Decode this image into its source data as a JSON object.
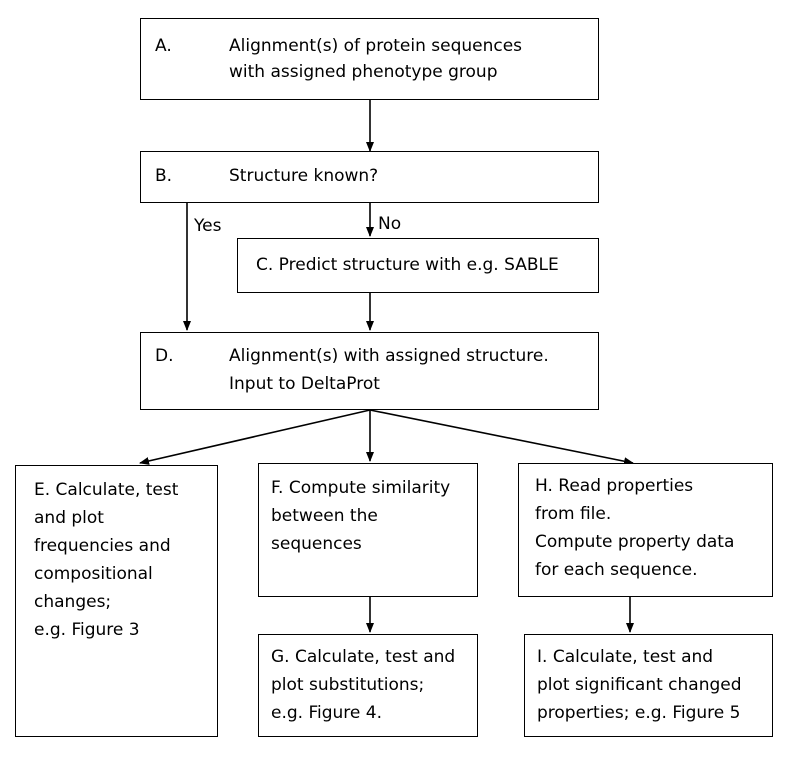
{
  "boxes": {
    "a": {
      "letter": "A.",
      "line1": "Alignment(s) of protein sequences",
      "line2": "with assigned phenotype group"
    },
    "b": {
      "letter": "B.",
      "line1": "Structure known?"
    },
    "c": {
      "text": "C.  Predict structure with e.g. SABLE"
    },
    "d": {
      "letter": "D.",
      "line1": "Alignment(s) with assigned structure.",
      "line2": "Input to DeltaProt"
    },
    "e": {
      "text": "E. Calculate, test\nand plot\nfrequencies and\ncompositional\nchanges;\ne.g. Figure 3"
    },
    "f": {
      "text": "F. Compute similarity\nbetween the\nsequences"
    },
    "g": {
      "text": "G. Calculate, test and\nplot substitutions;\ne.g. Figure 4."
    },
    "h": {
      "text": "H. Read properties\nfrom file.\nCompute property data\nfor each sequence."
    },
    "i": {
      "text": "I. Calculate, test and\nplot significant changed\nproperties; e.g. Figure 5"
    }
  },
  "edge_labels": {
    "yes": "Yes",
    "no": "No"
  },
  "colors": {
    "stroke": "#000000",
    "background": "#ffffff"
  }
}
